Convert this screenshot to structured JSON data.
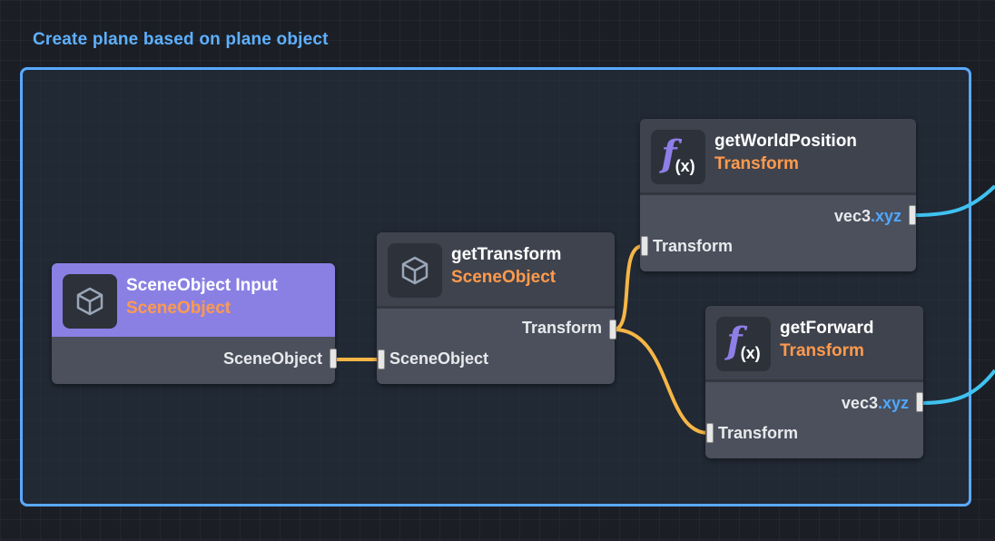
{
  "canvas": {
    "group_title": "Create plane based on plane object"
  },
  "colors": {
    "group_border": "#5aa9ff",
    "input_header": "#8a80e4",
    "subtitle": "#ff9a4d",
    "wire_transform": "#f6b646",
    "wire_vec3": "#3fc2f0",
    "swizzle": "#4fa7ff"
  },
  "nodes": {
    "scene_object_input": {
      "icon": "cube-icon",
      "title": "SceneObject Input",
      "subtitle": "SceneObject",
      "output_label": "SceneObject"
    },
    "get_transform": {
      "icon": "cube-icon",
      "title": "getTransform",
      "subtitle": "SceneObject",
      "input_label": "SceneObject",
      "output_label": "Transform"
    },
    "get_world_position": {
      "icon": "function-icon",
      "icon_text": "f",
      "icon_sub": "(x)",
      "title": "getWorldPosition",
      "subtitle": "Transform",
      "output_type": "vec3",
      "output_swizzle": ".xyz",
      "input_label": "Transform"
    },
    "get_forward": {
      "icon": "function-icon",
      "icon_text": "f",
      "icon_sub": "(x)",
      "title": "getForward",
      "subtitle": "Transform",
      "output_type": "vec3",
      "output_swizzle": ".xyz",
      "input_label": "Transform"
    }
  }
}
